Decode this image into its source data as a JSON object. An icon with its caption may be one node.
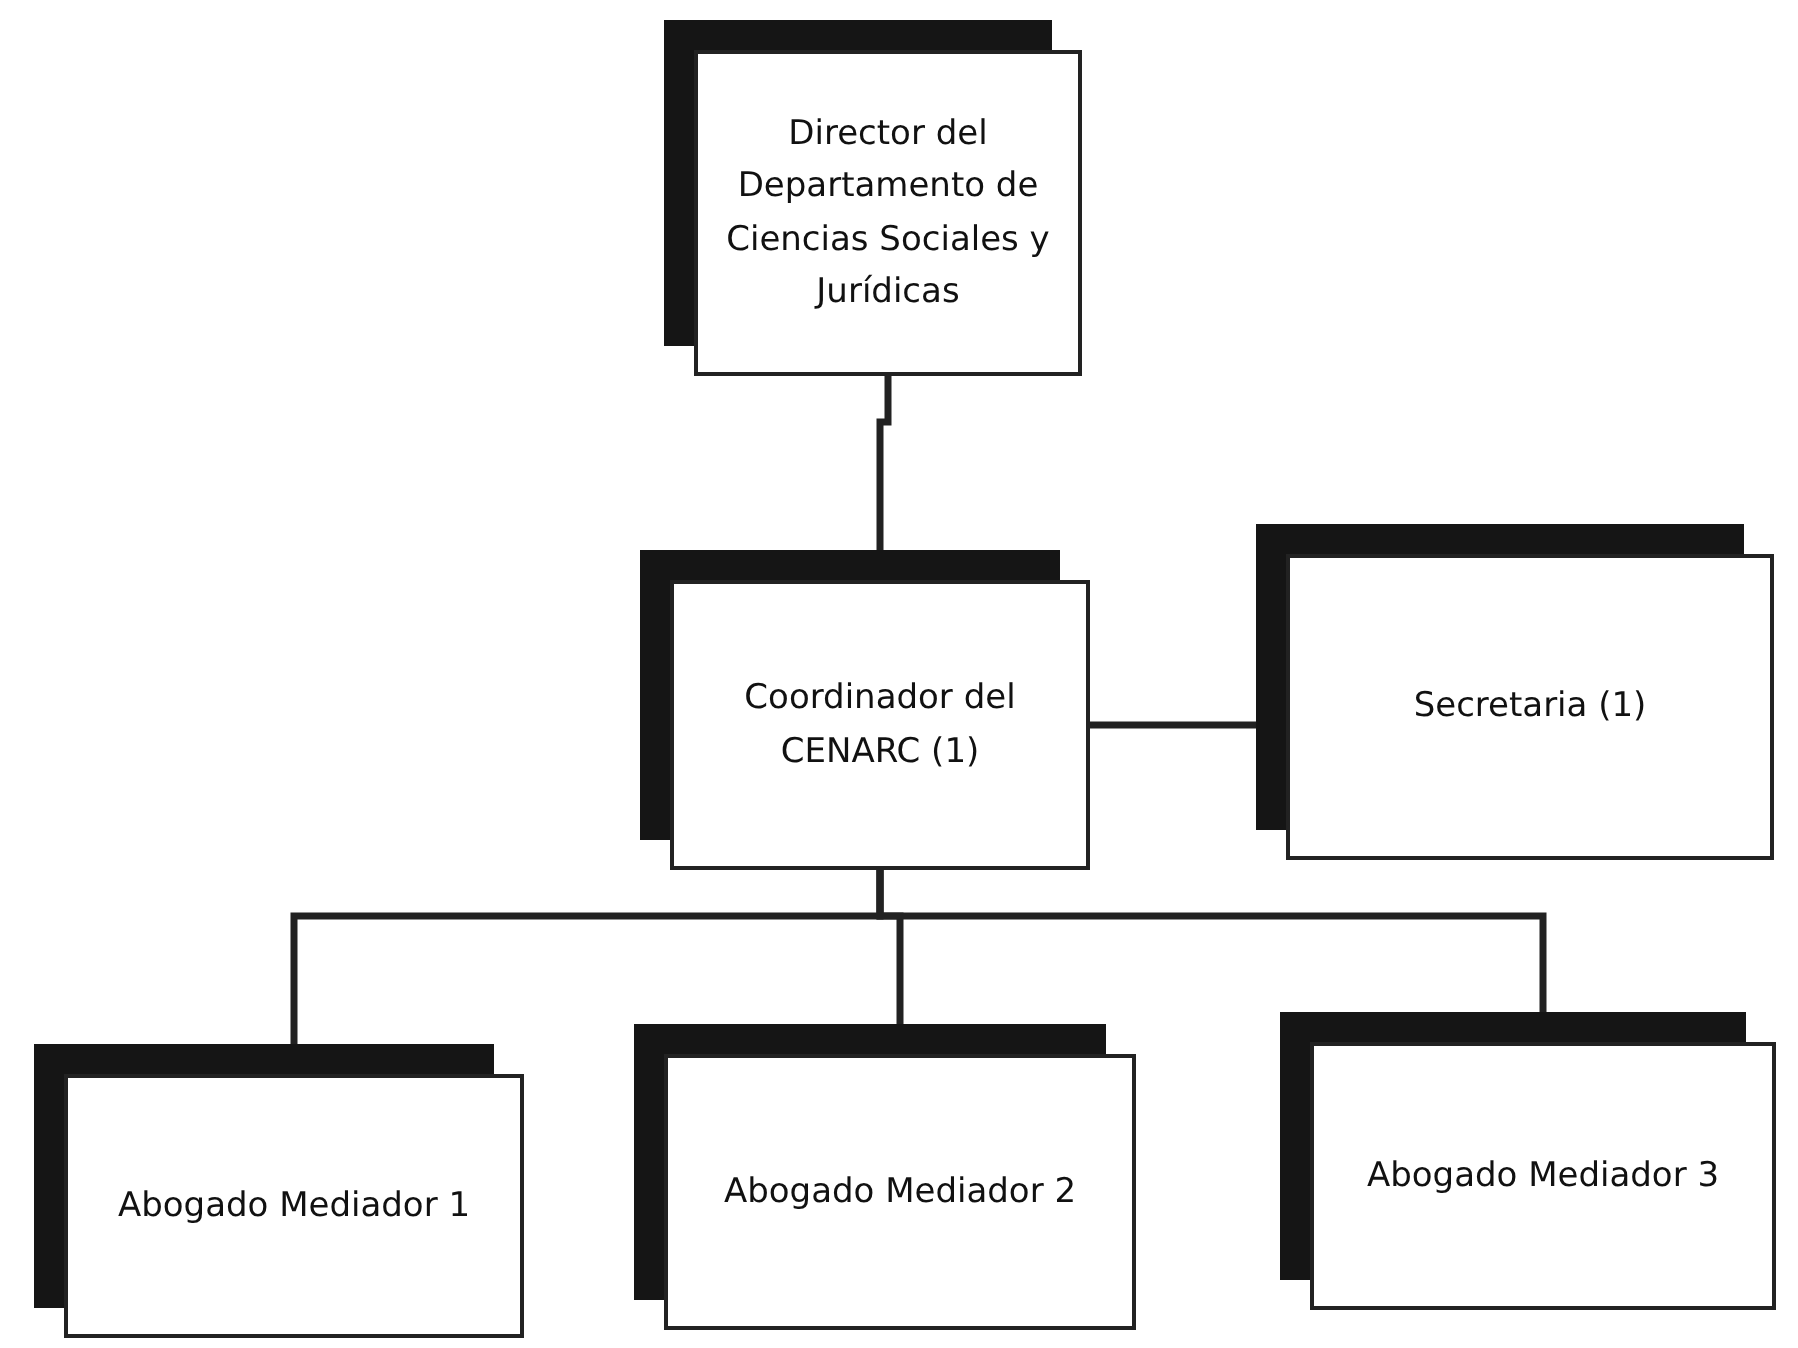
{
  "diagram": {
    "nodes": [
      {
        "text": [
          "Director del Departamento de Ciencias Sociales y Jurídicas"
        ]
      },
      {
        "text": [
          "Coordinador del CENARC (1)"
        ]
      },
      {
        "text": [
          "Secretaria (1)"
        ]
      },
      {
        "text": [
          "Abogado Mediador 1"
        ]
      },
      {
        "text": [
          "Abogado Mediador 2"
        ]
      },
      {
        "text": [
          "Abogado Mediador 3"
        ]
      }
    ],
    "edges": [
      {
        "from": 0,
        "to": 1,
        "arrow": "none"
      },
      {
        "from": 1,
        "to": 2,
        "arrow": "none"
      },
      {
        "from": 1,
        "to": 3,
        "arrow": "none"
      },
      {
        "from": 1,
        "to": 4,
        "arrow": "none"
      },
      {
        "from": 1,
        "to": 5,
        "arrow": "none"
      }
    ]
  }
}
